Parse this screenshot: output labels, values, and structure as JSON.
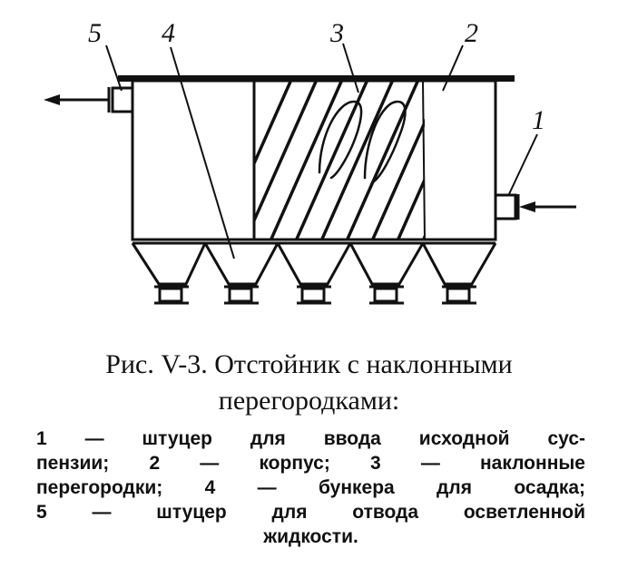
{
  "diagram": {
    "callouts": [
      {
        "number": "5"
      },
      {
        "number": "4"
      },
      {
        "number": "3"
      },
      {
        "number": "2"
      },
      {
        "number": "1"
      }
    ]
  },
  "caption": {
    "title_line1": "Рис. V-3. Отстойник с наклонными",
    "title_line2": "перегородками:"
  },
  "legend": {
    "lines": [
      "1 — штуцер для ввода исходной сус-",
      "пензии; 2 — корпус; 3 — наклонные",
      "перегородки; 4 — бункера для осадка;",
      "5 — штуцер для отвода осветленной",
      "жидкости."
    ]
  }
}
